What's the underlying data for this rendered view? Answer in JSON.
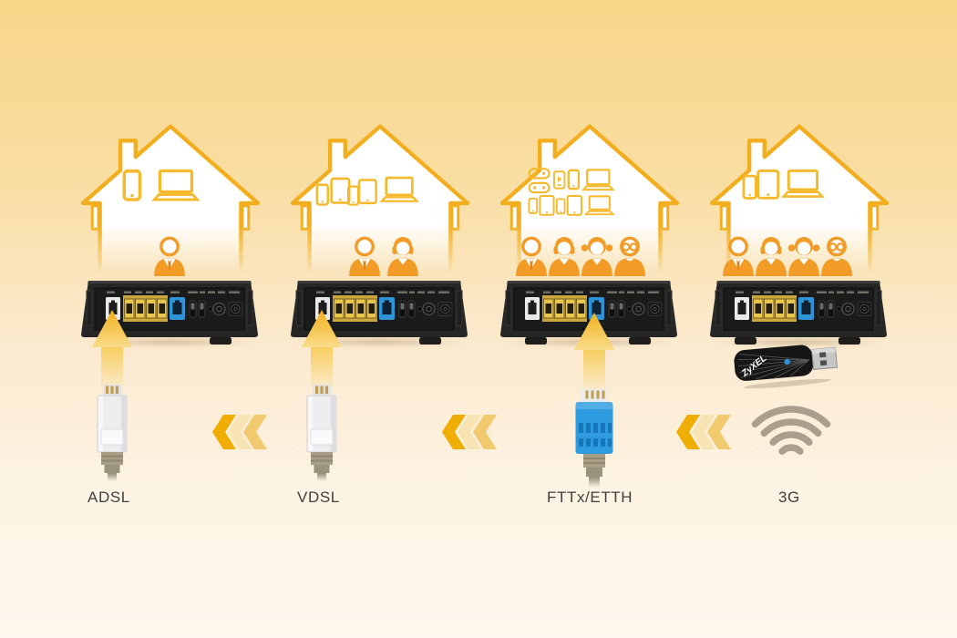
{
  "labels": {
    "adsl": "ADSL",
    "vdsl": "VDSL",
    "fttx": "FTTx/ETTH",
    "g3": "3G"
  },
  "columns": [
    {
      "id": "adsl",
      "label": "ADSL",
      "house_devices": [
        "smartphone",
        "laptop"
      ],
      "people": [
        "man-suit"
      ],
      "router_highlighted_port": "dsl-port",
      "connector": "rj11-white-cable"
    },
    {
      "id": "vdsl",
      "label": "VDSL",
      "house_devices": [
        "smartphone",
        "tablet",
        "smartphone",
        "tablet",
        "laptop"
      ],
      "people": [
        "man-suit",
        "woman"
      ],
      "router_highlighted_port": "dsl-port",
      "connector": "rj11-white-cable"
    },
    {
      "id": "fttx",
      "label": "FTTx/ETTH",
      "house_devices": [
        "game-controller",
        "game-controller",
        "media-player",
        "smartphone",
        "laptop",
        "smartphone",
        "tablet",
        "smartphone",
        "tablet",
        "laptop"
      ],
      "people": [
        "man-suit",
        "woman",
        "girl",
        "man-glasses"
      ],
      "router_highlighted_port": "wan-port",
      "connector": "rj45-blue-cable"
    },
    {
      "id": "3g",
      "label": "3G",
      "house_devices": [
        "smartphone",
        "tablet",
        "laptop"
      ],
      "people": [
        "man-suit",
        "woman",
        "girl",
        "man-glasses"
      ],
      "router_highlighted_port": "none",
      "connector": "wifi-signal",
      "dongle_brand": "ZyXEL"
    }
  ],
  "chevron_groups": 3,
  "palette": {
    "background_top": "#f8d689",
    "background_bottom": "#fdf7ed",
    "house_outline": "#f2ae1f",
    "device_outline": "#f5b92b",
    "person_orange": "#f29b27",
    "chevron_gold": "#f0ae04",
    "chevron_pale": "#f8e3b2",
    "chevron_mid": "#f1c96e",
    "highlight_arrow": "#f2b01c",
    "router_body": "#262626",
    "lan_port_yellow": "#e8c64d",
    "wan_port_blue": "#2f93d8",
    "rj11_white": "#ededf0",
    "rj45_blue": "#2e9bdf",
    "cable_khaki": "#a89f86",
    "wifi_gray": "#a99f8c",
    "label_text": "#3e3e3e",
    "dongle_black": "#161616",
    "usb_metal": "#c6c6c6"
  }
}
